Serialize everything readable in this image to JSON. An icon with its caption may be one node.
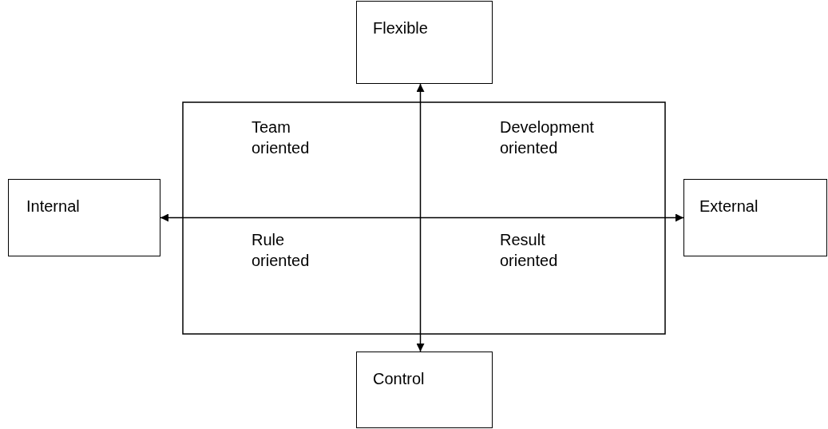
{
  "diagram": {
    "nodes": [
      {
        "text": [
          "Flexible"
        ]
      },
      {
        "text": [
          "Internal"
        ]
      },
      {
        "text": [
          "External"
        ]
      },
      {
        "text": [
          "Control"
        ]
      }
    ],
    "edges": [
      {
        "from": 0,
        "to": 3,
        "arrow": "both"
      },
      {
        "from": 1,
        "to": 2,
        "arrow": "both"
      }
    ],
    "labels": [
      "Team oriented",
      "Development oriented",
      "Rule oriented",
      "Result oriented"
    ]
  }
}
